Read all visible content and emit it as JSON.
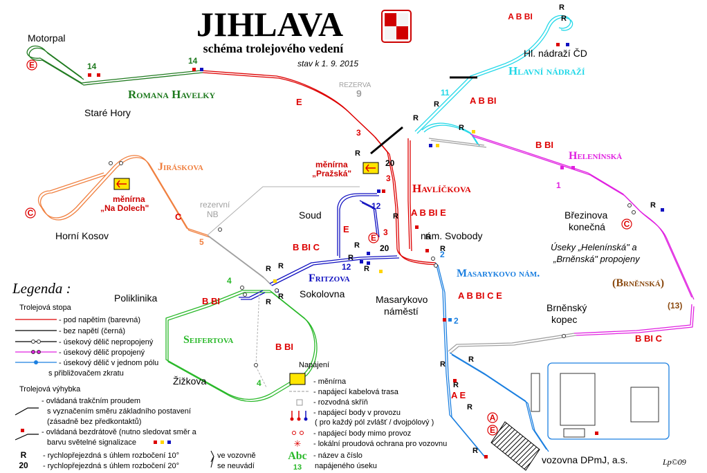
{
  "header": {
    "title": "JIHLAVA",
    "subtitle": "schéma trolejového vedení",
    "date": "stav k 1. 9. 2015",
    "signature": "Lp©09"
  },
  "places": [
    {
      "key": "motorpal",
      "text": "Motorpal",
      "color": "#000000"
    },
    {
      "key": "stare_hory",
      "text": "Staré Hory",
      "color": "#000000"
    },
    {
      "key": "horni_kosov",
      "text": "Horní Kosov",
      "color": "#000000"
    },
    {
      "key": "soud",
      "text": "Soud",
      "color": "#000000"
    },
    {
      "key": "poliklinika",
      "text": "Poliklinika",
      "color": "#000000"
    },
    {
      "key": "sokolovna",
      "text": "Sokolovna",
      "color": "#000000"
    },
    {
      "key": "zizkova",
      "text": "Žižkova",
      "color": "#000000"
    },
    {
      "key": "nam_svobody",
      "text": "nám. Svobody",
      "color": "#000000"
    },
    {
      "key": "masarykovo1",
      "text": "Masarykovo",
      "color": "#000000"
    },
    {
      "key": "masarykovo2",
      "text": "náměstí",
      "color": "#000000"
    },
    {
      "key": "hl_nadrazi_cd",
      "text": "Hl. nádraží ČD",
      "color": "#000000"
    },
    {
      "key": "brezinova1",
      "text": "Březinova",
      "color": "#000000"
    },
    {
      "key": "brezinova2",
      "text": "konečná",
      "color": "#000000"
    },
    {
      "key": "brnensky1",
      "text": "Brněnský",
      "color": "#000000"
    },
    {
      "key": "brnensky2",
      "text": "kopec",
      "color": "#000000"
    },
    {
      "key": "vozovna",
      "text": "vozovna DPmJ, a.s.",
      "color": "#000000"
    },
    {
      "key": "menirna_n1",
      "text": "měnírna",
      "color": "#cc0000"
    },
    {
      "key": "menirna_n2",
      "text": "„Na Dolech\"",
      "color": "#cc0000"
    },
    {
      "key": "menirna_p1",
      "text": "měnírna",
      "color": "#cc0000"
    },
    {
      "key": "menirna_p2",
      "text": "„Pražská\"",
      "color": "#cc0000"
    },
    {
      "key": "rezerva",
      "text": "REZERVA",
      "color": "#a0a0a0"
    },
    {
      "key": "rezervni1",
      "text": "rezervní",
      "color": "#a0a0a0"
    },
    {
      "key": "rezervni2",
      "text": "NB",
      "color": "#a0a0a0"
    },
    {
      "key": "useky1",
      "text": "Úseky „Helenínská\" a",
      "color": "#000000"
    },
    {
      "key": "useky2",
      "text": "„Brněnská\" propojeny",
      "color": "#000000"
    }
  ],
  "sections": [
    {
      "key": "romana",
      "text": "Romana Havelky",
      "color": "#1f7a1f"
    },
    {
      "key": "jiraskova",
      "text": "Jiráskova",
      "color": "#f08040"
    },
    {
      "key": "havlickova",
      "text": "Havlíčkova",
      "color": "#dd0000"
    },
    {
      "key": "hlavni",
      "text": "Hlavní nádraží",
      "color": "#22d8e8"
    },
    {
      "key": "heleninska",
      "text": "Helenínská",
      "color": "#e020e0"
    },
    {
      "key": "fritzova",
      "text": "Fritzova",
      "color": "#1010c0"
    },
    {
      "key": "masarykovo",
      "text": "Masarykovo nám.",
      "color": "#1b7fe0"
    },
    {
      "key": "seifertova",
      "text": "Seifertova",
      "color": "#28b828"
    },
    {
      "key": "brnenska",
      "text": "(Brněnská)",
      "color": "#8b4a10"
    }
  ],
  "section_numbers": [
    {
      "key": "n14a",
      "text": "14",
      "color": "#1f7a1f"
    },
    {
      "key": "n14b",
      "text": "14",
      "color": "#1f7a1f"
    },
    {
      "key": "n9",
      "text": "9",
      "color": "#a0a0a0"
    },
    {
      "key": "n3a",
      "text": "3",
      "color": "#dd0000"
    },
    {
      "key": "n3b",
      "text": "3",
      "color": "#dd0000"
    },
    {
      "key": "n3c",
      "text": "3",
      "color": "#dd0000"
    },
    {
      "key": "n20a",
      "text": "20",
      "color": "#000000"
    },
    {
      "key": "n20b",
      "text": "20",
      "color": "#000000"
    },
    {
      "key": "n12a",
      "text": "12",
      "color": "#1010c0"
    },
    {
      "key": "n12b",
      "text": "12",
      "color": "#1010c0"
    },
    {
      "key": "n11",
      "text": "11",
      "color": "#22d8e8"
    },
    {
      "key": "n1",
      "text": "1",
      "color": "#e020e0"
    },
    {
      "key": "n5",
      "text": "5",
      "color": "#f08040"
    },
    {
      "key": "n4a",
      "text": "4",
      "color": "#28b828"
    },
    {
      "key": "n4b",
      "text": "4",
      "color": "#28b828"
    },
    {
      "key": "n2a",
      "text": "2",
      "color": "#1b7fe0"
    },
    {
      "key": "n2b",
      "text": "2",
      "color": "#1b7fe0"
    },
    {
      "key": "n13",
      "text": "(13)",
      "color": "#8b4a10"
    }
  ],
  "route_labels": [
    {
      "key": "r_e1",
      "text": "E"
    },
    {
      "key": "r_abbi",
      "text": "A B BI"
    },
    {
      "key": "r_bbi1",
      "text": "B BI"
    },
    {
      "key": "r_c",
      "text": "C"
    },
    {
      "key": "r_bbic1",
      "text": "B BI C"
    },
    {
      "key": "r_abbie",
      "text": "A B BI E"
    },
    {
      "key": "r_e2",
      "text": "E"
    },
    {
      "key": "r_abbice",
      "text": "A B BI C E"
    },
    {
      "key": "r_bbi2",
      "text": "B BI"
    },
    {
      "key": "r_bbi3",
      "text": "B BI"
    },
    {
      "key": "r_bbic2",
      "text": "B BI C"
    },
    {
      "key": "r_ae",
      "text": "A E"
    }
  ],
  "terminal_marks": [
    {
      "key": "t_motorpal",
      "text": "E"
    },
    {
      "key": "t_kosov",
      "text": "C"
    },
    {
      "key": "t_abbi",
      "text": "A B BI"
    },
    {
      "key": "t_sokol",
      "text": "E"
    },
    {
      "key": "t_brezinova",
      "text": "C"
    },
    {
      "key": "t_voz_a",
      "text": "A"
    },
    {
      "key": "t_voz_e",
      "text": "E"
    }
  ],
  "r_letter": "R",
  "legend": {
    "title": "Legenda :",
    "stopa_title": "Trolejová stopa",
    "stopa": [
      {
        "key": "pod",
        "text": "- pod napětím (barevná)"
      },
      {
        "key": "bez",
        "text": "- bez napětí (černá)"
      },
      {
        "key": "nepro",
        "text": "- úsekový dělič nepropojený"
      },
      {
        "key": "pro",
        "text": "- úsekový dělič propojený"
      },
      {
        "key": "jedno",
        "text": "- úsekový dělič v jednom pólu"
      },
      {
        "key": "jedno2",
        "text": "s přibližovačem zkratu"
      }
    ],
    "vyhybka_title": "Trolejová výhybka",
    "vyhybka": [
      {
        "key": "v1",
        "text": "- ovládaná trakčním proudem"
      },
      {
        "key": "v2",
        "text": "s vyznačením směru základního postavení"
      },
      {
        "key": "v3",
        "text": "(zásadně bez předkontaktů)"
      },
      {
        "key": "v4",
        "text": "- ovládaná bezdrátově (nutno sledovat směr a"
      },
      {
        "key": "v5",
        "text": "barvu světelné signalizace"
      },
      {
        "key": "v6",
        "text": "- rychlopřejezdná s úhlem rozbočení 10°"
      },
      {
        "key": "v7",
        "text": "- rychlopřejezdná s úhlem rozbočení 20°"
      },
      {
        "key": "v8",
        "text": "ve vozovně"
      },
      {
        "key": "v9",
        "text": "se neuvádí"
      }
    ],
    "r_sym": "R",
    "n20_sym": "20",
    "napajeni_title": "Napájení",
    "napajeni": [
      {
        "key": "n1",
        "text": "- měnírna"
      },
      {
        "key": "n2",
        "text": "- napájecí kabelová trasa"
      },
      {
        "key": "n3",
        "text": "- rozvodná skříň"
      },
      {
        "key": "n4",
        "text": "- napájecí body v provozu"
      },
      {
        "key": "n5",
        "text": "( pro každý pól zvlášť / dvojpólový )"
      },
      {
        "key": "n6",
        "text": "- napájecí body mimo provoz"
      },
      {
        "key": "n7",
        "text": "- lokální proudová ochrana pro vozovnu"
      },
      {
        "key": "n8",
        "text": "- název a číslo"
      },
      {
        "key": "n9",
        "text": "napájeného úseku"
      }
    ],
    "abc_sym": "Abc",
    "abc_num": "13"
  },
  "colors": {
    "red": "#dd0000",
    "dark_green": "#1f7a1f",
    "orange": "#f08040",
    "cyan": "#22d8e8",
    "magenta": "#e020e0",
    "navy": "#1010c0",
    "blue": "#1b7fe0",
    "green": "#28b828",
    "brown": "#8b4a10",
    "gray": "#a0a0a0"
  }
}
